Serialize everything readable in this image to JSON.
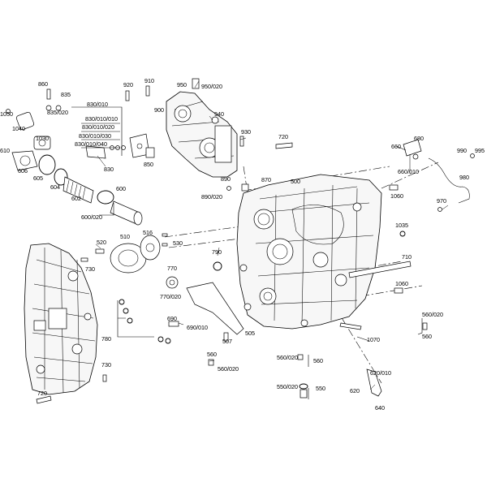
{
  "labels": [
    {
      "id": "860",
      "text": "860"
    },
    {
      "id": "835",
      "text": "835"
    },
    {
      "id": "835_020",
      "text": "835/020"
    },
    {
      "id": "920",
      "text": "920"
    },
    {
      "id": "910",
      "text": "910"
    },
    {
      "id": "950",
      "text": "950"
    },
    {
      "id": "950_020",
      "text": "950/020"
    },
    {
      "id": "900",
      "text": "900"
    },
    {
      "id": "940",
      "text": "940"
    },
    {
      "id": "1050",
      "text": "1050"
    },
    {
      "id": "1040",
      "text": "1040"
    },
    {
      "id": "830_010",
      "text": "830/010"
    },
    {
      "id": "830_010_010",
      "text": "830/010/010"
    },
    {
      "id": "830_010_020",
      "text": "830/010/020"
    },
    {
      "id": "830_010_030",
      "text": "830/010/030"
    },
    {
      "id": "830_010_040",
      "text": "830/010/040"
    },
    {
      "id": "1030",
      "text": "1030"
    },
    {
      "id": "930",
      "text": "930"
    },
    {
      "id": "720_top",
      "text": "720"
    },
    {
      "id": "680",
      "text": "680"
    },
    {
      "id": "660",
      "text": "660"
    },
    {
      "id": "990",
      "text": "990"
    },
    {
      "id": "995",
      "text": "995"
    },
    {
      "id": "610",
      "text": "610"
    },
    {
      "id": "606",
      "text": "606"
    },
    {
      "id": "605",
      "text": "605"
    },
    {
      "id": "830",
      "text": "830"
    },
    {
      "id": "850",
      "text": "850"
    },
    {
      "id": "604",
      "text": "604"
    },
    {
      "id": "660_010",
      "text": "660/010"
    },
    {
      "id": "980",
      "text": "980"
    },
    {
      "id": "870",
      "text": "870"
    },
    {
      "id": "500",
      "text": "500"
    },
    {
      "id": "600",
      "text": "600"
    },
    {
      "id": "602",
      "text": "602"
    },
    {
      "id": "890",
      "text": "890"
    },
    {
      "id": "890_020",
      "text": "890/020"
    },
    {
      "id": "1060_top",
      "text": "1060"
    },
    {
      "id": "970",
      "text": "970"
    },
    {
      "id": "600_020",
      "text": "600/020"
    },
    {
      "id": "1035",
      "text": "1035"
    },
    {
      "id": "510",
      "text": "510"
    },
    {
      "id": "516",
      "text": "516"
    },
    {
      "id": "520",
      "text": "520"
    },
    {
      "id": "530",
      "text": "530"
    },
    {
      "id": "730_top",
      "text": "730"
    },
    {
      "id": "790",
      "text": "790"
    },
    {
      "id": "710",
      "text": "710"
    },
    {
      "id": "770",
      "text": "770"
    },
    {
      "id": "770_020",
      "text": "770/020"
    },
    {
      "id": "1060_mid",
      "text": "1060"
    },
    {
      "id": "560_020_right",
      "text": "560/020"
    },
    {
      "id": "560_right",
      "text": "560"
    },
    {
      "id": "690",
      "text": "690"
    },
    {
      "id": "690_010",
      "text": "690/010"
    },
    {
      "id": "780",
      "text": "780"
    },
    {
      "id": "505",
      "text": "505"
    },
    {
      "id": "507",
      "text": "507"
    },
    {
      "id": "1070",
      "text": "1070"
    },
    {
      "id": "560_a",
      "text": "560"
    },
    {
      "id": "560_020_a",
      "text": "560/020"
    },
    {
      "id": "560_020_b",
      "text": "560/020"
    },
    {
      "id": "560_b",
      "text": "560"
    },
    {
      "id": "730_bottom",
      "text": "730"
    },
    {
      "id": "620_010",
      "text": "620/010"
    },
    {
      "id": "550_020",
      "text": "550/020"
    },
    {
      "id": "550",
      "text": "550"
    },
    {
      "id": "620",
      "text": "620"
    },
    {
      "id": "720_bottom",
      "text": "720"
    },
    {
      "id": "640",
      "text": "640"
    }
  ]
}
